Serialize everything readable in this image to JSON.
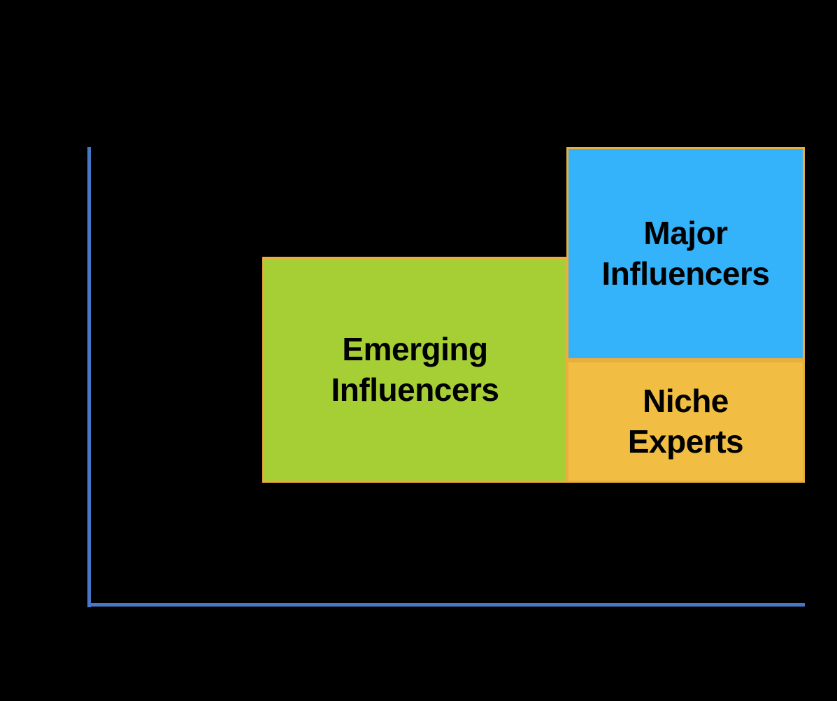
{
  "figure": {
    "background": "#000000",
    "axis_color": "#4678C6",
    "border_color": "#E9AE3B",
    "boxes": [
      {
        "id": "emerging-influencers",
        "label": "Emerging\nInfluencers",
        "fill": "#A6CF35",
        "text_color": "#000000"
      },
      {
        "id": "major-influencers",
        "label": "Major\nInfluencers",
        "fill": "#35B3FA",
        "text_color": "#000000"
      },
      {
        "id": "niche-experts",
        "label": "Niche\nExperts",
        "fill": "#F1BE43",
        "text_color": "#000000"
      }
    ]
  }
}
